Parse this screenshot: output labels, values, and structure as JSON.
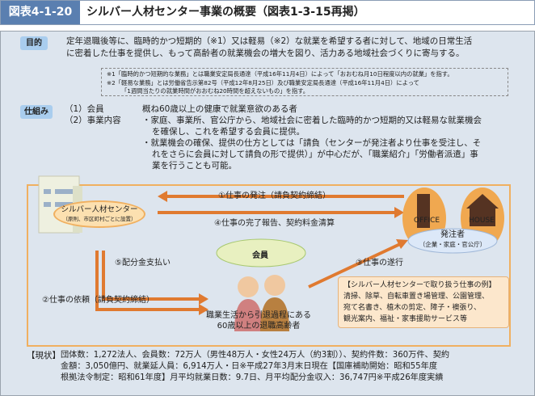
{
  "header": {
    "figure_no": "図表4-1-20",
    "title": "シルバー人材センター事業の概要（図表1-3-15再掲）"
  },
  "purpose": {
    "label": "目的",
    "lines": [
      "定年退職後等に、臨時的かつ短期的（※1）又は軽易（※2）な就業を希望する者に対して、地域の日常生活",
      "に密着した仕事を提供し、もって高齢者の就業機会の増大を図り、活力ある地域社会づくりに寄与する。"
    ]
  },
  "notes": [
    "※1「臨時的かつ短期的な業務」とは職業安定局長通達（平成16年11月4日）によって「おおむね月10日程度以内の就業」を指す。",
    "※2「軽易な業務」とは労働省告示第82号（平成12年8月25日）及び職業安定局長通達（平成16年11月4日）によって",
    "「1週間当たりの就業時間がおおむね20時間を超えないもの」を指す。"
  ],
  "mechanism": {
    "label": "仕組み",
    "items": [
      "（1）会員",
      "（2）事業内容"
    ],
    "member_desc": "概ね60歳以上の健康で就業意欲のある者",
    "content_lines": [
      "・家庭、事業所、官公庁から、地域社会に密着した臨時的かつ短期的又は軽易な就業機会",
      "を確保し、これを希望する会員に提供。",
      "・就業機会の確保、提供の仕方としては「請負（センターが発注者より仕事を受注し、そ",
      "れをさらに会員に対して請負の形で提供）」が中心だが、「職業紹介」「労働者派遣」事",
      "業を行うことも可能。"
    ]
  },
  "diagram": {
    "center_name": "シルバー人材センター",
    "center_sub": "（原則、市区町村ごとに設置）",
    "step1": "①仕事の発注（請負契約締結）",
    "step4": "④仕事の完了報告、契約料金清算",
    "step5": "⑤配分金支払い",
    "step2": "②仕事の依頼（請負契約締結）",
    "step3": "③仕事の遂行",
    "member": "会員",
    "member_desc": [
      "職業生活から引退過程にある",
      "60歳以上の退職高齢者"
    ],
    "office": "OFFICE",
    "house": "HOUSE",
    "client": "発注者",
    "client_sub": "（企業・家庭・官公庁）",
    "examples": [
      "【シルバー人材センターで取り扱う仕事の例】",
      "清掃、除草、自転車置き場管理、公園管理、",
      "宛て名書き、植木の剪定、障子・襖張り、",
      "観光案内、福祉・家事援助サービス等"
    ],
    "colors": {
      "arrow": "#e07a30",
      "box": "#f0b060"
    }
  },
  "status": {
    "label": "【現状】",
    "lines": [
      "団体数：1,272法人、会員数：72万人（男性48万人・女性24万人（約3割））、契約件数：360万件、契約",
      "金額：3,050億円、就業延人員：6,914万人・日※平成27年3月末日現在【国庫補助開始：昭和55年度",
      "根拠法令制定：昭和61年度】月平均就業日数：9.7日、月平均配分金収入：36,747円※平成26年度実績"
    ]
  }
}
